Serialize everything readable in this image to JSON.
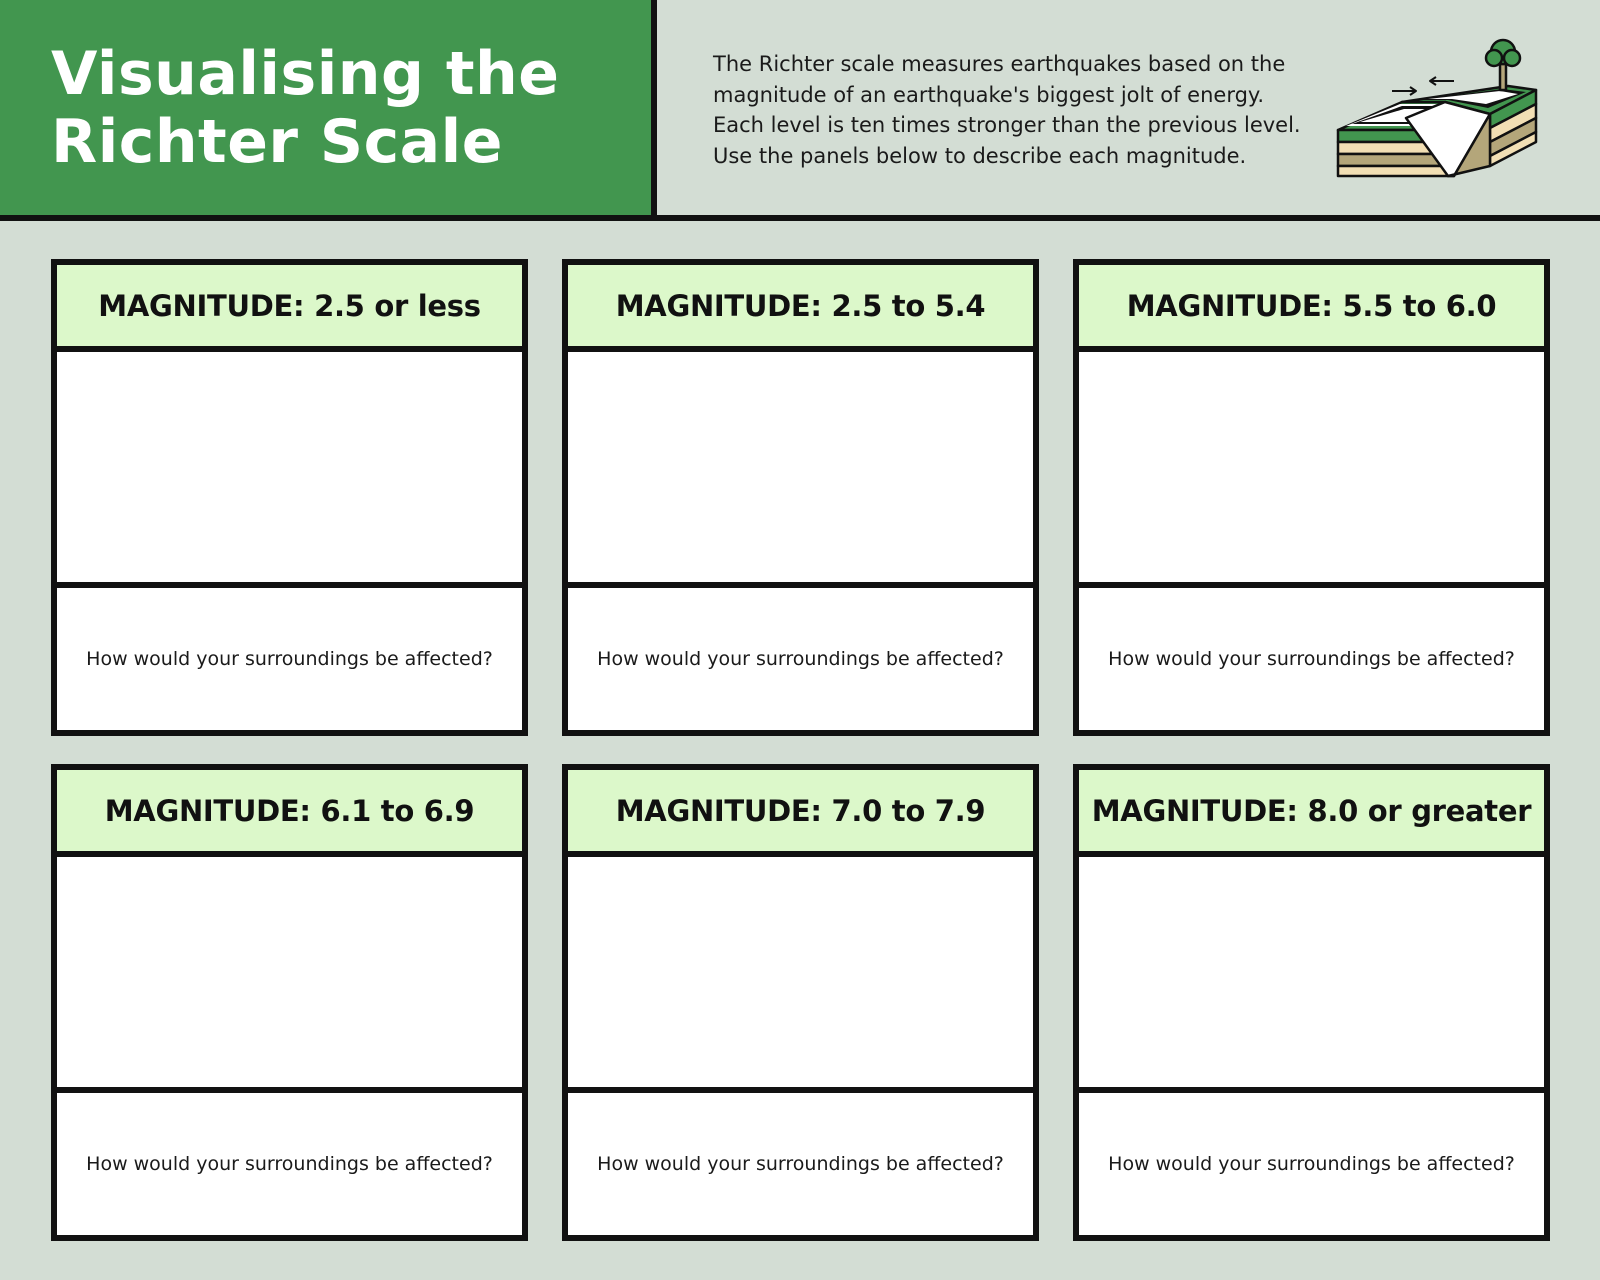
{
  "header": {
    "title_line1": "Visualising the",
    "title_line2": "Richter Scale",
    "intro_lines": [
      "The Richter scale measures earthquakes based on the",
      "magnitude of an earthquake's biggest jolt of energy.",
      "Each level is ten times stronger than the previous level.",
      "Use the panels below to describe each magnitude."
    ],
    "illustration_icon": "earthquake-fault-block-icon"
  },
  "colors": {
    "background": "#d3ddd4",
    "title_block": "#42964f",
    "panel_header": "#dcf8ca",
    "border": "#111111"
  },
  "panels": [
    {
      "title": "MAGNITUDE: 2.5 or less",
      "question": "How would your surroundings be affected?"
    },
    {
      "title": "MAGNITUDE: 2.5 to 5.4",
      "question": "How would your surroundings be affected?"
    },
    {
      "title": "MAGNITUDE: 5.5 to 6.0",
      "question": "How would your surroundings be affected?"
    },
    {
      "title": "MAGNITUDE: 6.1 to 6.9",
      "question": "How would your surroundings be affected?"
    },
    {
      "title": "MAGNITUDE: 7.0 to 7.9",
      "question": "How would your surroundings be affected?"
    },
    {
      "title": "MAGNITUDE: 8.0 or greater",
      "question": "How would your surroundings be affected?"
    }
  ]
}
